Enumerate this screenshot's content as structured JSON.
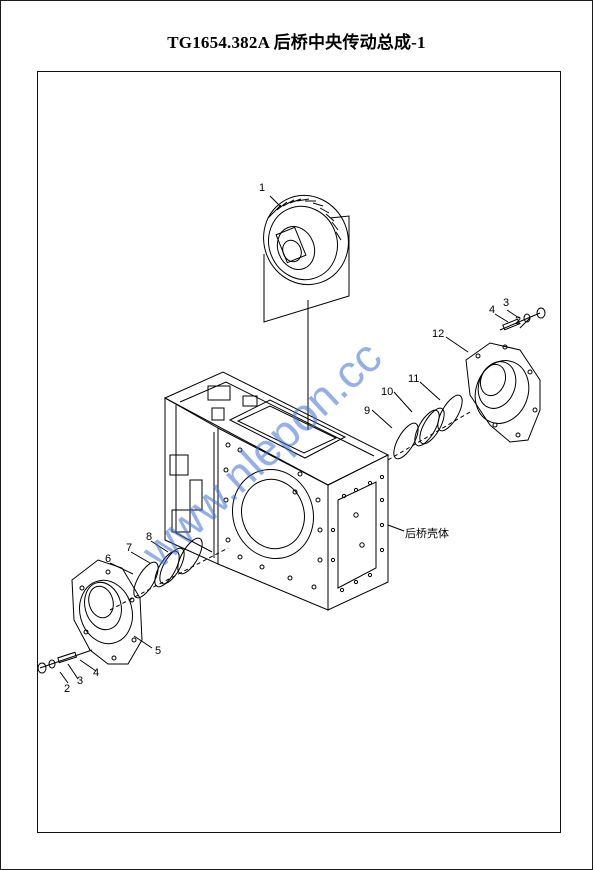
{
  "title": "TG1654.382A  后桥中央传动总成-1",
  "watermark": "www.nlepon.cc",
  "housing_label": "后桥壳体",
  "callouts": [
    "1",
    "2",
    "3",
    "4",
    "12",
    "11",
    "10",
    "9",
    "8",
    "7",
    "6",
    "5",
    "2",
    "3",
    "4"
  ],
  "colors": {
    "line": "#000000",
    "watermark": "#3b6fd6"
  }
}
